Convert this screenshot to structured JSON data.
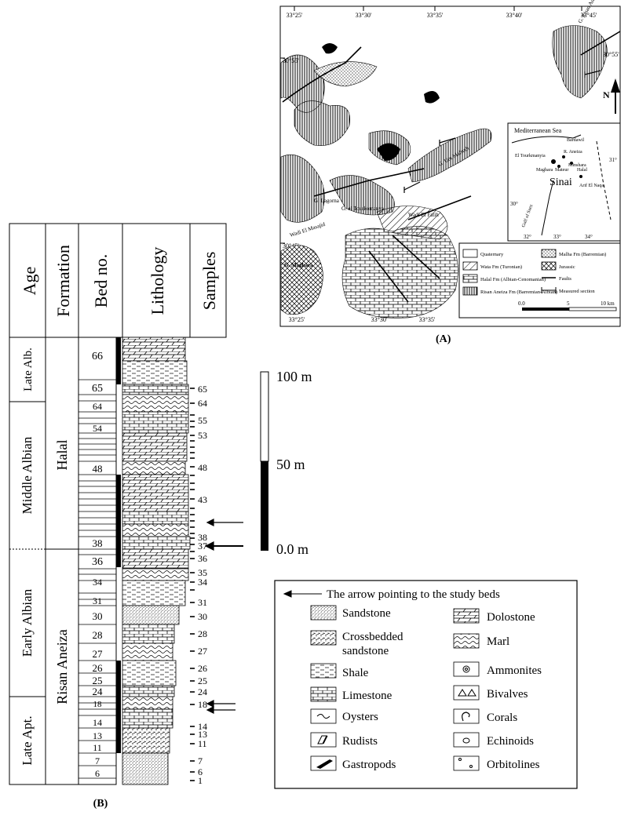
{
  "map": {
    "panel_label": "(A)",
    "grid_top": [
      "33°25'",
      "33°30'",
      "33°35'",
      "33°40'",
      "33°45'"
    ],
    "grid_bottom": [
      "33°25'",
      "33°30'",
      "33°35'"
    ],
    "grid_left": [
      "30°55'",
      "30°45'"
    ],
    "grid_right": [
      "30°55'"
    ],
    "place_names": [
      "G. Risan Aneiza",
      "Wadi El Masajid",
      "Wadi El Fatih",
      "G. Maghara",
      "G. Um Mafruth",
      "G. Lagorna",
      "G. el Tourkomanya"
    ],
    "north": "N",
    "inset": {
      "sea": "Mediterranean Sea",
      "region": "Sinai",
      "gulf": "Gulf of Suez",
      "towns": [
        "Bardawil",
        "El Tourkmanyia",
        "R. Aneiza",
        "Minshara",
        "Maghara",
        "Mateur",
        "Halal",
        "Arif El Naqa"
      ],
      "lon": [
        "32°",
        "33°",
        "34°"
      ],
      "lat": [
        "31°",
        "30°"
      ]
    },
    "legend": [
      {
        "label": "Quaternary",
        "pattern": "none"
      },
      {
        "label": "Wata Fm (Turonian)",
        "pattern": "diag"
      },
      {
        "label": "Halal Fm (Albian-Cenomanian)",
        "pattern": "brick"
      },
      {
        "label": "Risan Aneiza Fm (Barremian-Albian)",
        "pattern": "vlines"
      },
      {
        "label": "Malha Fm (Barremian)",
        "pattern": "dots"
      },
      {
        "label": "Jurassic",
        "pattern": "cross"
      },
      {
        "label": "Faults",
        "pattern": "line"
      },
      {
        "label": "Measured section",
        "pattern": "section"
      }
    ],
    "scale": {
      "zero": "0.0",
      "mid": "5",
      "end": "10 km"
    }
  },
  "column": {
    "panel_label": "(B)",
    "headers": [
      "Age",
      "Formation",
      "Bed no.",
      "Lithology",
      "Samples"
    ],
    "ages": [
      "Late Alb.",
      "Middle Albian",
      "Early Albian",
      "Late Apt."
    ],
    "formations": [
      "Halal",
      "Risan Aneiza"
    ],
    "bed_numbers": [
      "66",
      "65",
      "64",
      "54",
      "48",
      "38",
      "36",
      "34",
      "31",
      "30",
      "28",
      "27",
      "26",
      "25",
      "24",
      "18",
      "14",
      "13",
      "11",
      "7",
      "6"
    ],
    "sample_numbers": [
      "65",
      "64",
      "55",
      "53",
      "48",
      "43",
      "38",
      "37",
      "36",
      "35",
      "34",
      "31",
      "30",
      "28",
      "27",
      "26",
      "25",
      "24",
      "18",
      "14",
      "13",
      "11",
      "7",
      "6",
      "1"
    ]
  },
  "scale_bar": {
    "top": "100 m",
    "mid": "50 m",
    "bottom": "0.0 m"
  },
  "key": {
    "arrow_text": "The arrow pointing to the study beds",
    "left": [
      "Sandstone",
      "Crossbedded sandstone",
      "Shale",
      "Limestone",
      "Oysters",
      "Rudists",
      "Gastropods"
    ],
    "right": [
      "Dolostone",
      "Marl",
      "Ammonites",
      "Bivalves",
      "Corals",
      "Echinoids",
      "Orbitolines"
    ]
  }
}
